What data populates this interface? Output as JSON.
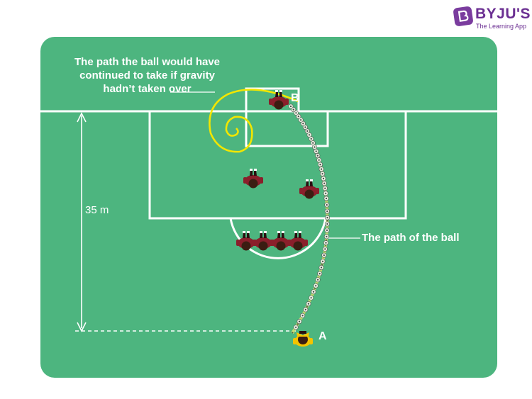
{
  "brand": {
    "name": "BYJU'S",
    "tagline": "The Learning App"
  },
  "captions": {
    "gravity_path": [
      "The path the ball would have",
      "continued to take if gravity",
      "hadn’t taken over"
    ],
    "ball_path": "The path of the ball",
    "point_a": "A",
    "point_b": "B",
    "distance": "35 m"
  },
  "colors": {
    "pitch": "#4db57f",
    "lines": "#ffffff",
    "spiral": "#f2e600",
    "player_shirt": "#8a1f2b",
    "keeper_shirt": "#f5c400"
  },
  "players": {
    "defenders_in_box": 3,
    "wall": 4,
    "kicker": 1
  }
}
